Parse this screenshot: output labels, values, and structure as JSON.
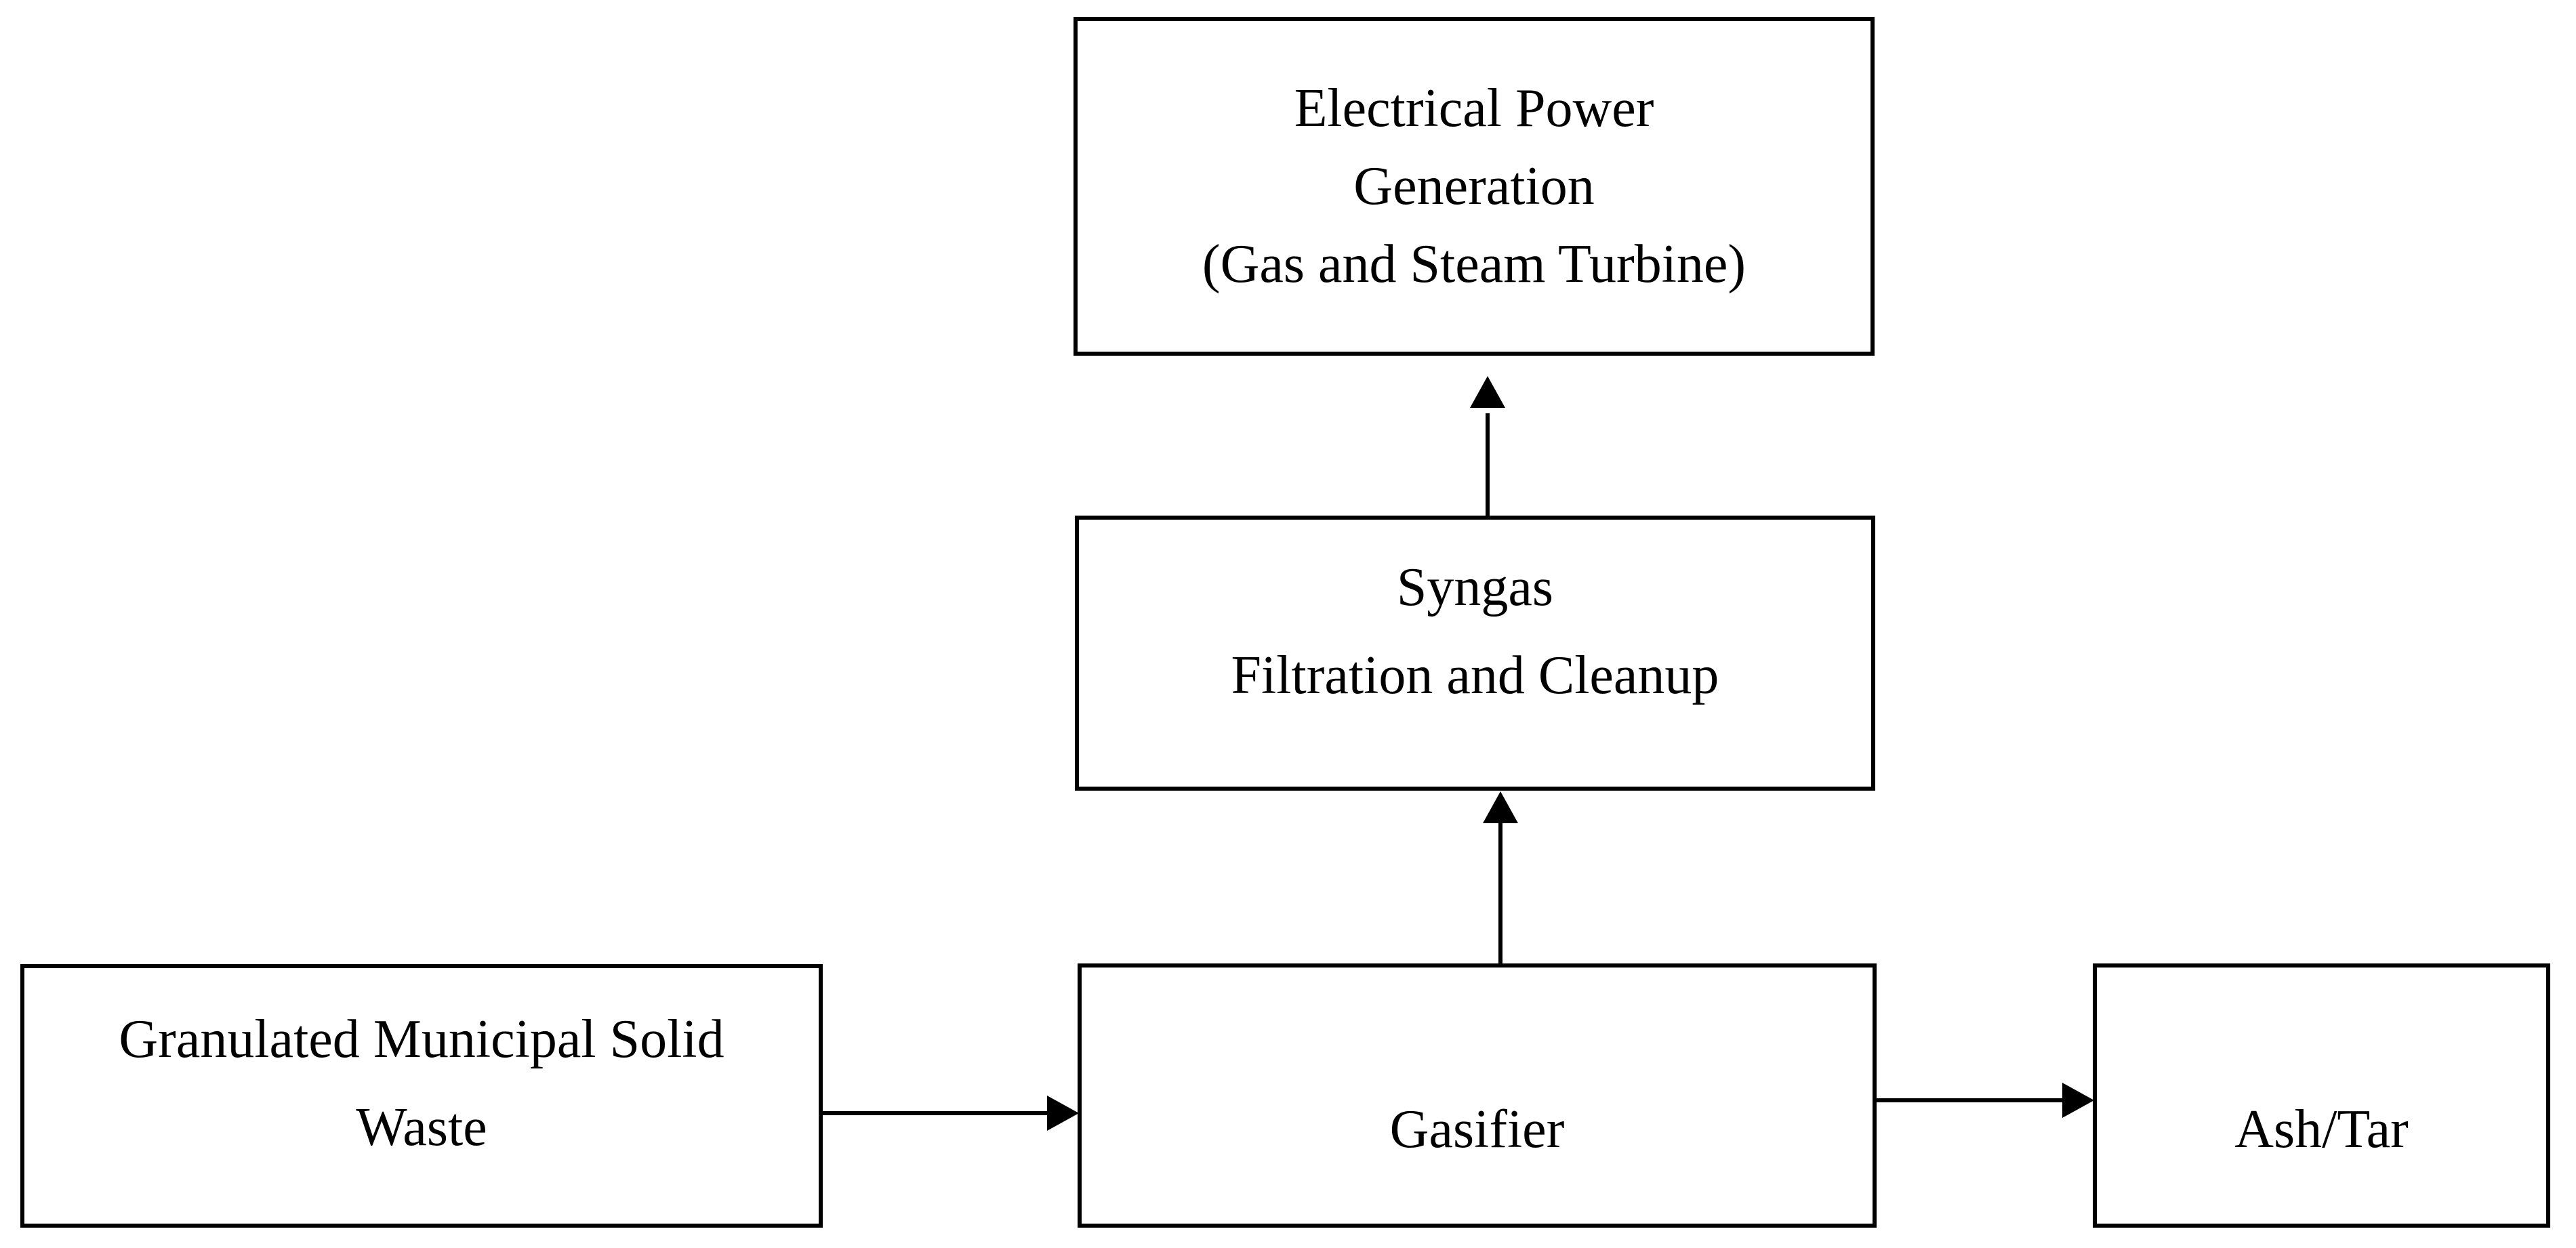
{
  "diagram": {
    "type": "flowchart",
    "colors": {
      "background": "#ffffff",
      "line": "#000000",
      "text": "#000000"
    },
    "nodes": [
      {
        "id": "electrical-power-generation",
        "lines": [
          "Electrical Power",
          "Generation",
          "(Gas and Steam Turbine)"
        ]
      },
      {
        "id": "syngas-filtration-cleanup",
        "lines": [
          "Syngas",
          "Filtration and Cleanup"
        ]
      },
      {
        "id": "granulated-municipal-solid-waste",
        "lines": [
          "Granulated Municipal Solid",
          "Waste"
        ]
      },
      {
        "id": "gasifier",
        "lines": [
          "Gasifier"
        ]
      },
      {
        "id": "ash-tar",
        "lines": [
          "Ash/Tar"
        ]
      }
    ],
    "edges": [
      {
        "from": "granulated-municipal-solid-waste",
        "to": "gasifier",
        "direction": "right"
      },
      {
        "from": "gasifier",
        "to": "ash-tar",
        "direction": "right"
      },
      {
        "from": "gasifier",
        "to": "syngas-filtration-cleanup",
        "direction": "up"
      },
      {
        "from": "syngas-filtration-cleanup",
        "to": "electrical-power-generation",
        "direction": "up"
      }
    ]
  }
}
